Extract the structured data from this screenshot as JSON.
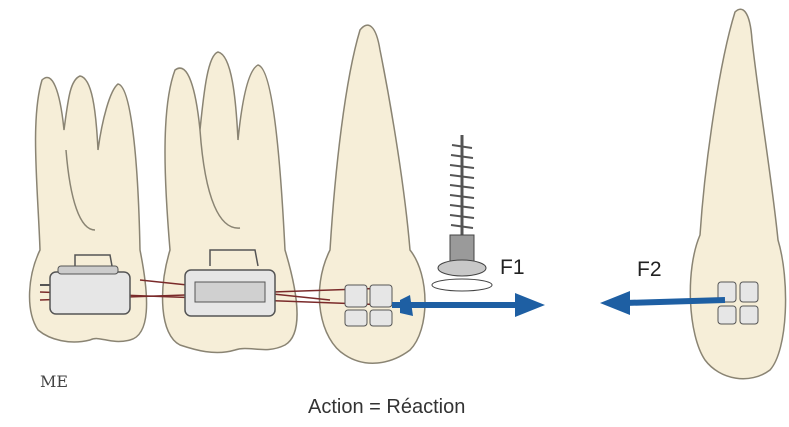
{
  "labels": {
    "force_1": "F1",
    "force_2": "F2",
    "caption": "Action = Réaction",
    "signature": "ME"
  },
  "colors": {
    "tooth_fill": "#f6eed8",
    "tooth_stroke": "#8a8473",
    "arrow": "#1e5fa3",
    "ligature": "#7a2a2a",
    "metal": "#d9d9d9",
    "metal_stroke": "#555555"
  }
}
